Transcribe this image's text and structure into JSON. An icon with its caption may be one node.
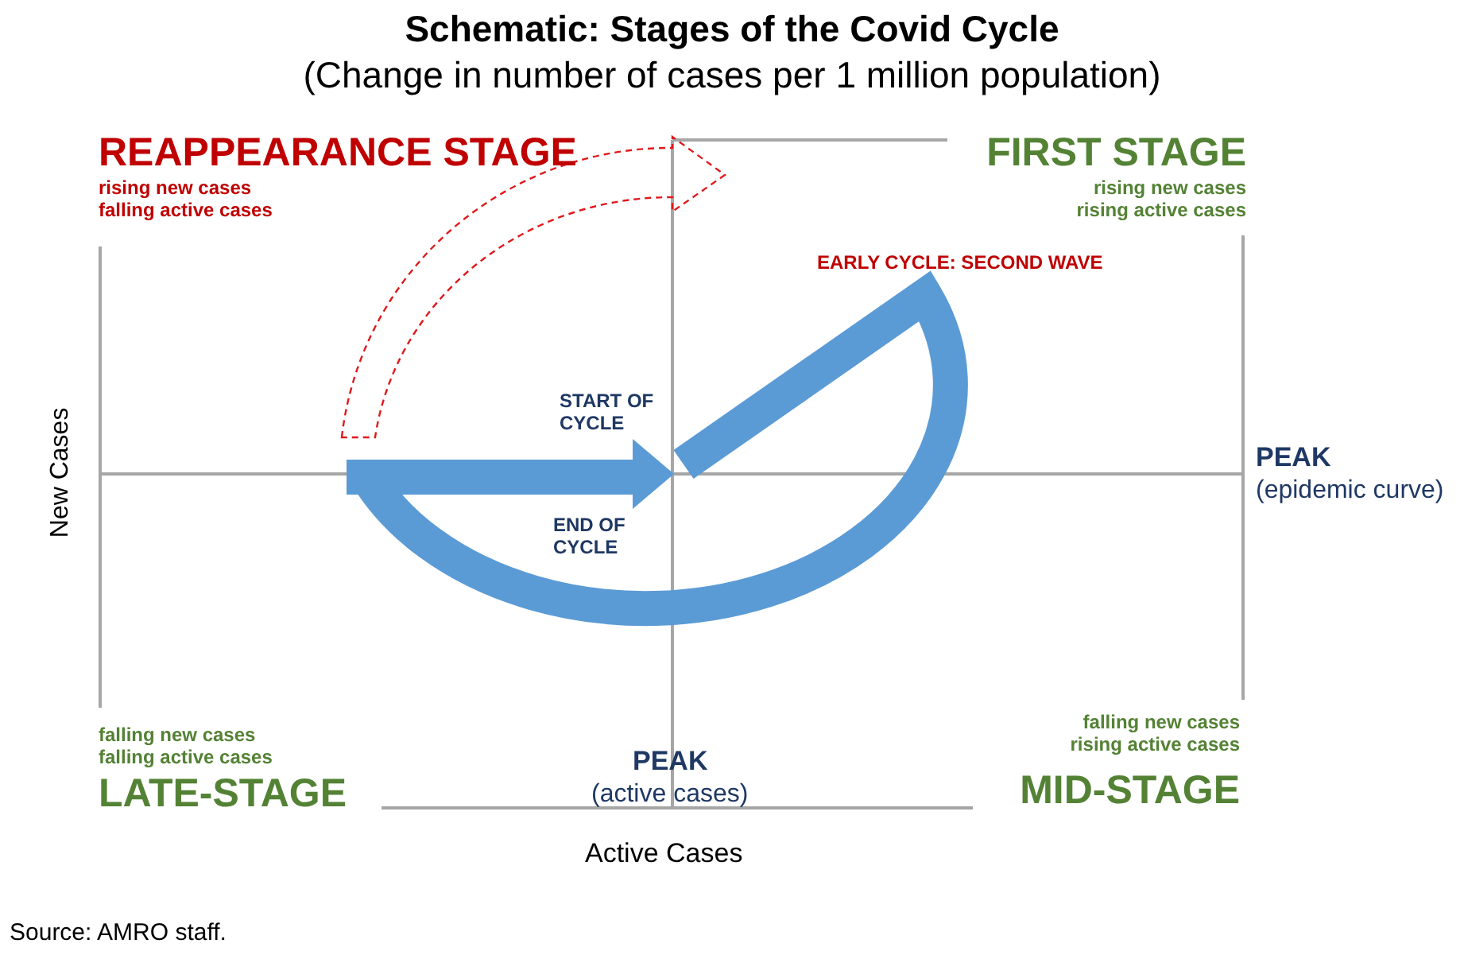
{
  "diagram": {
    "title": "Schematic: Stages of the Covid Cycle",
    "caption": "Source: AMRO staff.",
    "labels": [
      "(Change in number of cases per 1 million population)",
      "REAPPEARANCE STAGE",
      "rising new cases falling active cases",
      "FIRST STAGE",
      "rising new cases rising active cases",
      "EARLY CYCLE: SECOND WAVE",
      "START OF CYCLE",
      "New Cases",
      "PEAK",
      "(epidemic curve)",
      "END OF CYCLE",
      "falling new cases falling active cases",
      "falling new cases rising active cases",
      "PEAK",
      "(active cases)",
      "LATE-STAGE",
      "MID-STAGE",
      "Active Cases"
    ]
  }
}
